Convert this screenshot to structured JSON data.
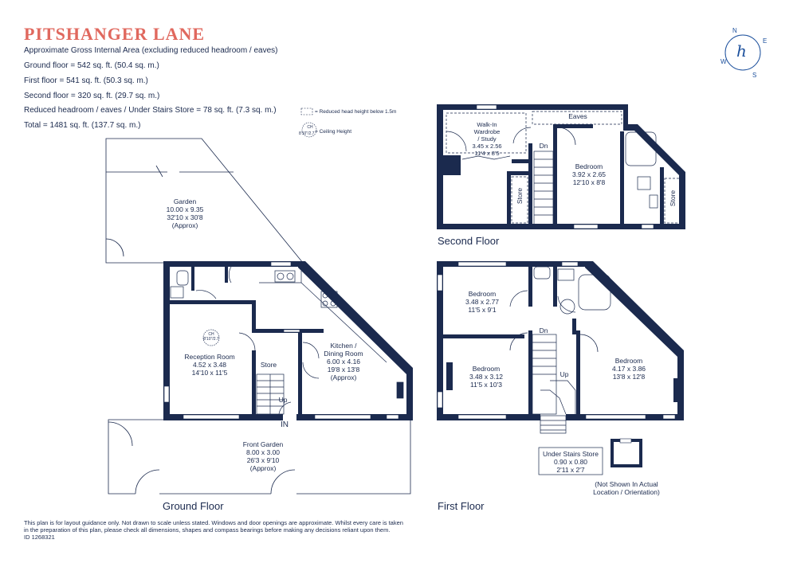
{
  "header": {
    "title": "PITSHANGER LANE",
    "lines": [
      "Approximate Gross Internal Area (excluding reduced headroom / eaves)",
      "Ground floor = 542 sq. ft. (50.4 sq. m.)",
      "First floor = 541 sq. ft. (50.3 sq. m.)",
      "Second floor = 320 sq. ft. (29.7 sq. m.)",
      "Reduced headroom / eaves / Under Stairs Store = 78 sq. ft. (7.3 sq. m.)",
      "Total = 1481 sq. ft. (137.7 sq. m.)"
    ]
  },
  "legend": {
    "reduced_headroom": "= Reduced head height below 1.5m",
    "ceiling_height": "= Ceiling Height",
    "ch_badge_top": "CH",
    "ch_badge_bottom": "8'10\"/2.7"
  },
  "compass": {
    "n": "N",
    "e": "E",
    "s": "S",
    "w": "W",
    "logo": "h"
  },
  "floors": {
    "ground": "Ground Floor",
    "first": "First Floor",
    "second": "Second Floor"
  },
  "rooms": {
    "garden": [
      "Garden",
      "10.00 x 9.35",
      "32'10 x 30'8",
      "(Approx)"
    ],
    "reception": [
      "Reception Room",
      "4.52 x 3.48",
      "14'10 x 11'5"
    ],
    "kitchen": [
      "Kitchen /",
      "Dining Room",
      "6.00 x 4.16",
      "19'8 x 13'8",
      "(Approx)"
    ],
    "front_garden": [
      "Front Garden",
      "8.00 x 3.00",
      "26'3 x 9'10",
      "(Approx)"
    ],
    "store_ground": "Store",
    "up_ground": "Up",
    "in": "IN",
    "ch_top": "CH",
    "ch_bottom": "8'10\"/2.7",
    "bedroom_f1": [
      "Bedroom",
      "3.48 x 2.77",
      "11'5 x 9'1"
    ],
    "bedroom_f2": [
      "Bedroom",
      "3.48 x 3.12",
      "11'5 x 10'3"
    ],
    "bedroom_f3": [
      "Bedroom",
      "4.17 x 3.86",
      "13'8 x 12'8"
    ],
    "dn_first": "Dn",
    "up_first": "Up",
    "under_stairs": [
      "Under Stairs Store",
      "0.90 x 0.80",
      "2'11 x 2'7"
    ],
    "not_shown": [
      "(Not Shown In Actual",
      "Location / Orientation)"
    ],
    "walkin": [
      "Walk-In",
      "Wardrobe",
      "/ Study",
      "3.45 x 2.56",
      "11'4 x 8'5"
    ],
    "bedroom_s": [
      "Bedroom",
      "3.92 x 2.65",
      "12'10 x 8'8"
    ],
    "eaves": "Eaves",
    "store_s1": "Store",
    "store_s2": "Store",
    "dn_second": "Dn"
  },
  "disclaimer": {
    "lines": [
      "This plan is for layout guidance only. Not drawn to scale unless stated. Windows and door openings are approximate. Whilst every care is taken",
      "in the preparation of this plan, please check all dimensions, shapes and compass bearings before making any decisions reliant upon them.",
      "ID 1268321"
    ]
  },
  "colors": {
    "wall": "#1b2a4e",
    "accent": "#e0685e",
    "compass": "#1b4f9c"
  }
}
